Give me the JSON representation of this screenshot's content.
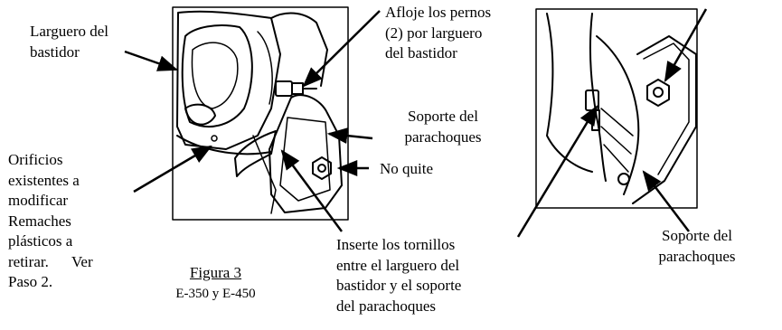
{
  "labels": {
    "frame_rail": "Larguero del\nbastidor",
    "loosen_bolts": "Afloje los pernos\n(2) por larguero\ndel bastidor",
    "bumper_bracket_left": "Soporte del\nparachoques",
    "do_not_remove": "No quite",
    "holes_line1": "Orificios",
    "holes_line2": "existentes a",
    "holes_line3": "modificar",
    "holes_line4": "Remaches",
    "holes_line5": "plásticos a",
    "holes_line6": "retirar.      Ver",
    "holes_line7": "Paso 2.",
    "figure_title": "Figura 3",
    "figure_models": "E-350 y E-450",
    "insert_screws": "Inserte los tornillos\nentre el larguero del\nbastidor y el soporte\ndel parachoques",
    "bumper_bracket_right": "Soporte del\nparachoques"
  },
  "icons": [
    "bolt-icon",
    "nut-icon",
    "rivet-hole-icon",
    "leader-arrow-icon"
  ]
}
